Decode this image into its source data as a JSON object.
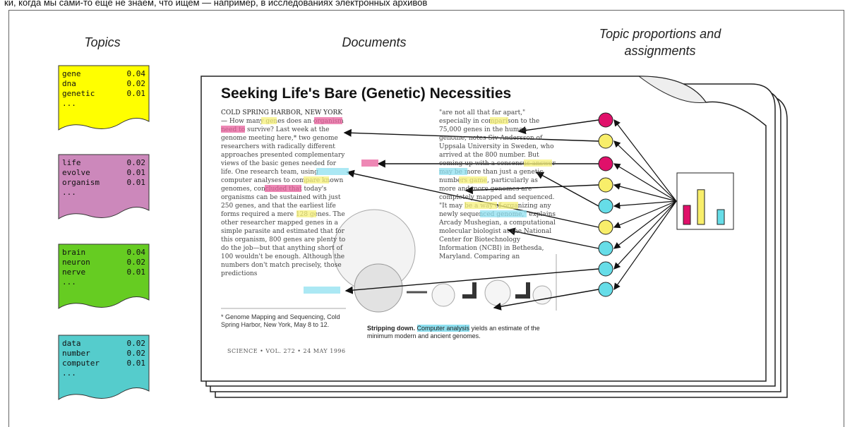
{
  "top_strip_text": "ки, когда мы сами-то ещё не знаем, что ищем — например, в исследованиях электронных архивов",
  "headings": {
    "topics": "Topics",
    "documents": "Documents",
    "proportions": "Topic proportions and assignments"
  },
  "topics": [
    {
      "color": "#ffff00",
      "words": [
        [
          "gene",
          "0.04"
        ],
        [
          "dna",
          "0.02"
        ],
        [
          "genetic",
          "0.01"
        ]
      ],
      "more": "..."
    },
    {
      "color": "#cc88bb",
      "words": [
        [
          "life",
          "0.02"
        ],
        [
          "evolve",
          "0.01"
        ],
        [
          "organism",
          "0.01"
        ]
      ],
      "more": "..."
    },
    {
      "color": "#66cc22",
      "words": [
        [
          "brain",
          "0.04"
        ],
        [
          "neuron",
          "0.02"
        ],
        [
          "nerve",
          "0.01"
        ]
      ],
      "more": "..."
    },
    {
      "color": "#55cccc",
      "words": [
        [
          "data",
          "0.02"
        ],
        [
          "number",
          "0.02"
        ],
        [
          "computer",
          "0.01"
        ]
      ],
      "more": "..."
    }
  ],
  "document": {
    "title": "Seeking Life's Bare (Genetic) Necessities",
    "dateline": "COLD SPRING HARBOR, NEW YORK—",
    "col1": "How many genes does an organism need to survive? Last week at the genome meeting here,* two genome researchers with radically different approaches presented complementary views of the basic genes needed for life. One research team, using computer analyses to compare known genomes, concluded that today's organisms can be sustained with just 250 genes, and that the earliest life forms required a mere 128 genes. The other researcher mapped genes in a simple parasite and estimated that for this organism, 800 genes are plenty to do the job—but that anything short of 100 wouldn't be enough. Although the numbers don't match precisely, those predictions",
    "col2": "\"are not all that far apart,\" especially in comparison to the 75,000 genes in the human genome, notes Siv Andersson of Uppsala University in Sweden, who arrived at the 800 number. But coming up with a consensus answer may be more than just a genetic numbers game, particularly as more and more genomes are completely mapped and sequenced. \"It may be a way of organizing any newly sequenced genome,\" explains Arcady Mushegian, a computational molecular biologist at the National Center for Biotechnology Information (NCBI) in Bethesda, Maryland. Comparing an",
    "footnote": "* Genome Mapping and Sequencing, Cold Spring Harbor, New York, May 8 to 12.",
    "caption_bold": "Stripping down.",
    "caption_hl": "Computer analysis",
    "caption_rest": "yields an estimate of the minimum modern and ancient genomes.",
    "footer": "SCIENCE • VOL. 272 • 24 MAY 1996"
  },
  "proportion_colors": {
    "pink": "#e0106a",
    "yellow": "#f8ee6a",
    "cyan": "#66dde8"
  },
  "proportion_bars": [
    {
      "color": "#e0106a",
      "value": 0.45
    },
    {
      "color": "#f8ee6a",
      "value": 0.82
    },
    {
      "color": "#66dde8",
      "value": 0.35
    }
  ],
  "assignment_circles": [
    "pink",
    "yellow",
    "pink",
    "yellow",
    "cyan",
    "yellow",
    "cyan",
    "cyan",
    "cyan"
  ]
}
